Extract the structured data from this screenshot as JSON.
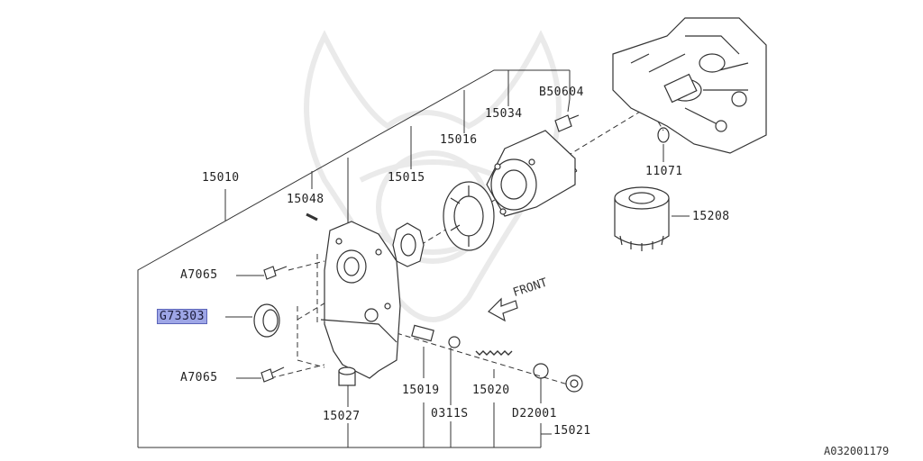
{
  "parts": [
    {
      "id": "b50604",
      "text": "B50604",
      "highlight": false
    },
    {
      "id": "15034",
      "text": "15034",
      "highlight": false
    },
    {
      "id": "15016",
      "text": "15016",
      "highlight": false
    },
    {
      "id": "15010",
      "text": "15010",
      "highlight": false
    },
    {
      "id": "15015",
      "text": "15015",
      "highlight": false
    },
    {
      "id": "15048",
      "text": "15048",
      "highlight": false
    },
    {
      "id": "11071",
      "text": "11071",
      "highlight": false
    },
    {
      "id": "15208",
      "text": "15208",
      "highlight": false
    },
    {
      "id": "a7065-top",
      "text": "A7065",
      "highlight": false
    },
    {
      "id": "g73303",
      "text": "G73303",
      "highlight": true
    },
    {
      "id": "a7065-bottom",
      "text": "A7065",
      "highlight": false
    },
    {
      "id": "15019",
      "text": "15019",
      "highlight": false
    },
    {
      "id": "15020",
      "text": "15020",
      "highlight": false
    },
    {
      "id": "0311s",
      "text": "0311S",
      "highlight": false
    },
    {
      "id": "d22001",
      "text": "D22001",
      "highlight": false
    },
    {
      "id": "15027",
      "text": "15027",
      "highlight": false
    },
    {
      "id": "15021",
      "text": "15021",
      "highlight": false
    }
  ],
  "front_label": "FRONT",
  "document_id": "A032001179",
  "colors": {
    "line": "#333333",
    "highlight_fill": "#9ea6e6",
    "highlight_border": "#5b64b8",
    "watermark": "#e6e6e6"
  }
}
